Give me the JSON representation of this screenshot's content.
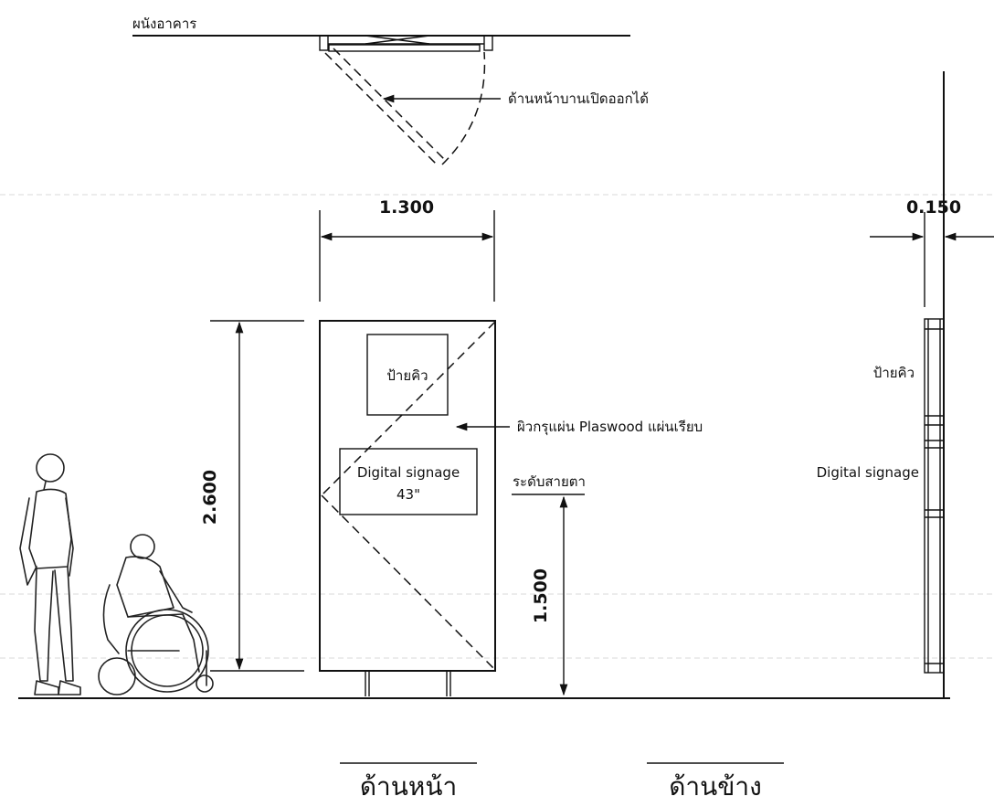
{
  "labels": {
    "building_wall": "ผนังอาคาร",
    "door_note": "ด้านหน้าบานเปิดออกได้",
    "queue_sign_front": "ป้ายคิว",
    "surface_note": "ผิวกรุแผ่น Plaswood แผ่นเรียบ",
    "digital_signage_front_line1": "Digital signage",
    "digital_signage_front_line2": "43\"",
    "eye_level": "ระดับสายตา",
    "queue_sign_side": "ป้ายคิว",
    "digital_signage_side": "Digital signage"
  },
  "dimensions": {
    "width": "1.300",
    "height": "2.600",
    "eye_height": "1.500",
    "depth": "0.150"
  },
  "views": {
    "front": "ด้านหน้า",
    "side": "ด้านข้าง"
  }
}
